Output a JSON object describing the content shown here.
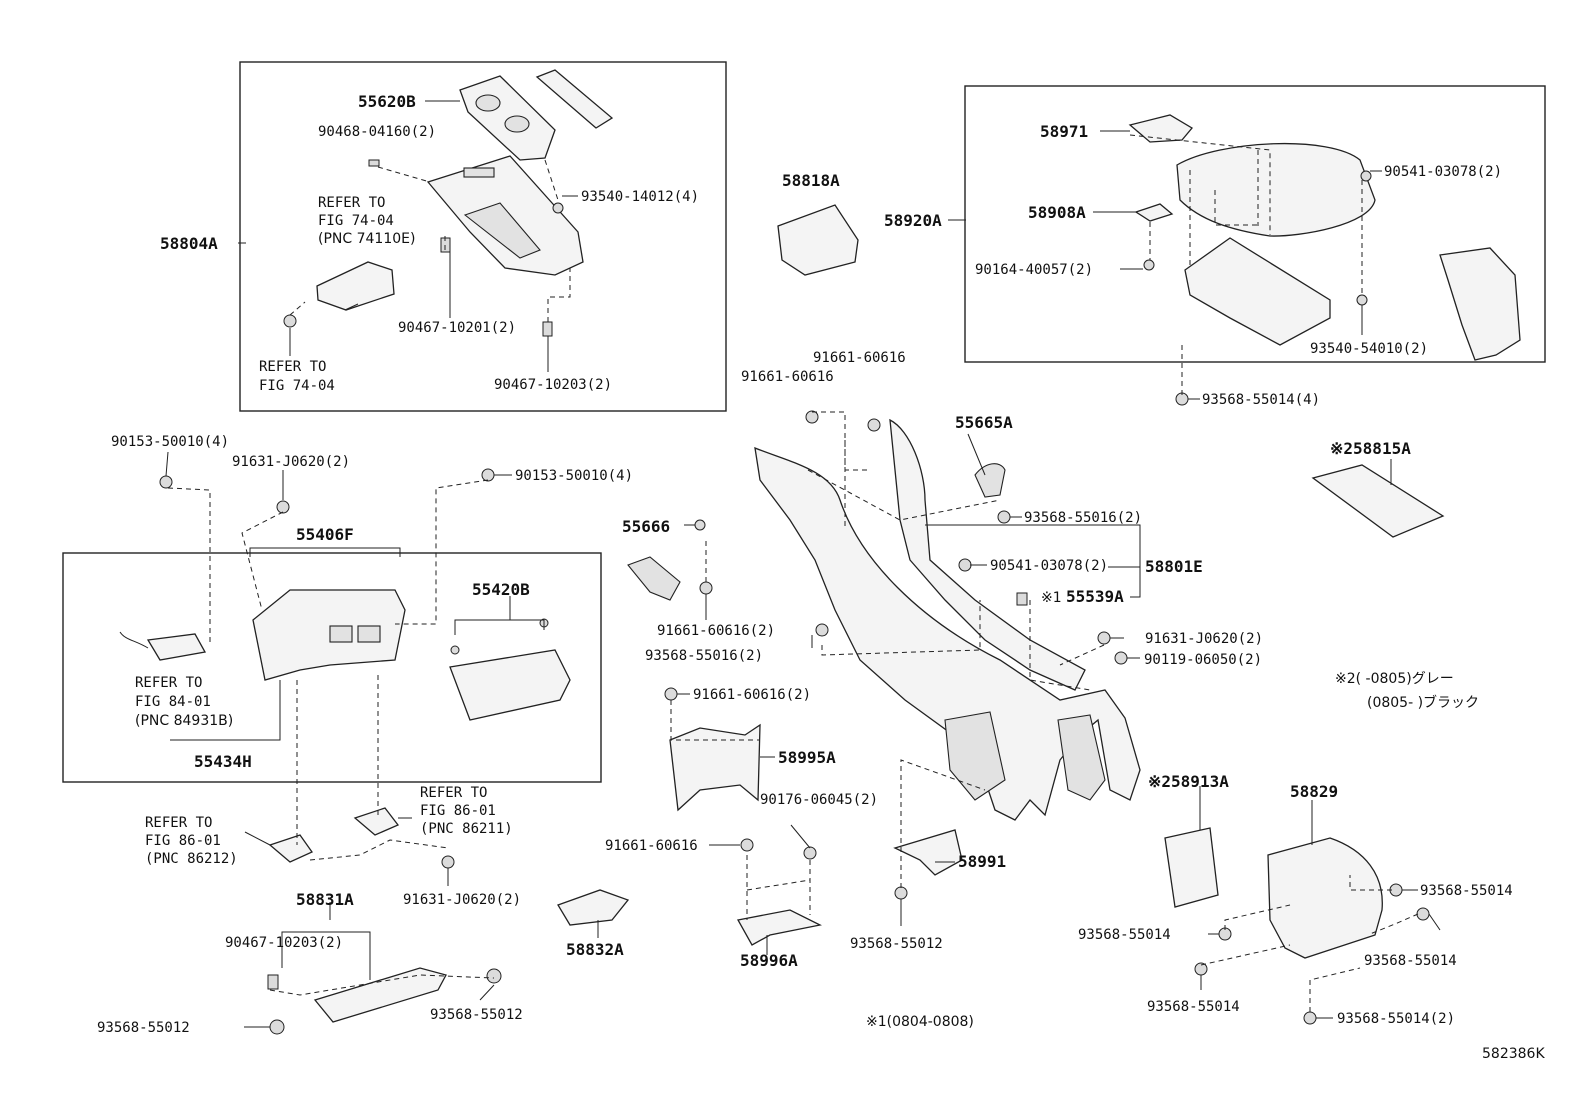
{
  "diagram_id": "582386K",
  "labels": {
    "l55620B": "55620B",
    "l90468_04160": "90468-04160(2)",
    "l58804A": "58804A",
    "l93540_14012": "93540-14012(4)",
    "refer_74_04_a_1": "REFER TO",
    "refer_74_04_a_2": "FIG 74-04",
    "refer_74_04_a_3": "(PNC 74110E)",
    "refer_74_04_b_1": "REFER TO",
    "refer_74_04_b_2": "FIG 74-04",
    "l90467_10201": "90467-10201(2)",
    "l90467_10203_top": "90467-10203(2)",
    "l58818A": "58818A",
    "l58971": "58971",
    "l90541_03078_top": "90541-03078(2)",
    "l58920A": "58920A",
    "l58908A": "58908A",
    "l90164_40057": "90164-40057(2)",
    "l93540_54010": "93540-54010(2)",
    "l93568_55014_4": "93568-55014(4)",
    "l91661_60616_a": "91661-60616",
    "l91661_60616_b": "91661-60616",
    "l55665A": "55665A",
    "l58815A": "※258815A",
    "l90153_50010_a": "90153-50010(4)",
    "l91631_J0620_a": "91631-J0620(2)",
    "l90153_50010_b": "90153-50010(4)",
    "l55406F": "55406F",
    "l55666": "55666",
    "l93568_55016_a": "93568-55016(2)",
    "l90541_03078_mid": "90541-03078(2)",
    "l58801E": "58801E",
    "l55539A_mark": "※1",
    "l55539A": "55539A",
    "l55420B": "55420B",
    "l91661_60616_2a": "91661-60616(2)",
    "l93568_55016_b": "93568-55016(2)",
    "l91631_J0620_b": "91631-J0620(2)",
    "l90119_06050": "90119-06050(2)",
    "note2_line1": "※2(    -0805)グレー",
    "note2_line2": "(0805-    )ブラック",
    "refer_84_01_1": "REFER TO",
    "refer_84_01_2": "FIG 84-01",
    "refer_84_01_3": "(PNC 84931B)",
    "l91661_60616_2b": "91661-60616(2)",
    "l58995A": "58995A",
    "l55434H": "55434H",
    "refer_86_01_a_1": "REFER TO",
    "refer_86_01_a_2": "FIG 86-01",
    "refer_86_01_a_3": "(PNC 86211)",
    "refer_86_01_b_1": "REFER TO",
    "refer_86_01_b_2": "FIG 86-01",
    "refer_86_01_b_3": "(PNC 86212)",
    "l90176_06045": "90176-06045(2)",
    "l58913A": "※258913A",
    "l58829": "58829",
    "l91631_J0620_c": "91631-J0620(2)",
    "l91661_60616_c": "91661-60616",
    "l58991": "58991",
    "l93568_55014_r1": "93568-55014",
    "l58831A": "58831A",
    "l58832A": "58832A",
    "l93568_55014_l": "93568-55014",
    "l93568_55014_r2": "93568-55014",
    "l90467_10203_bot": "90467-10203(2)",
    "l58996A": "58996A",
    "l93568_55012_a": "93568-55012",
    "l93568_55014_b": "93568-55014",
    "l93568_55012_b": "93568-55012",
    "l93568_55012_c": "93568-55012",
    "l93568_55014_2": "93568-55014(2)",
    "note1": "※1(0804-0808)"
  }
}
